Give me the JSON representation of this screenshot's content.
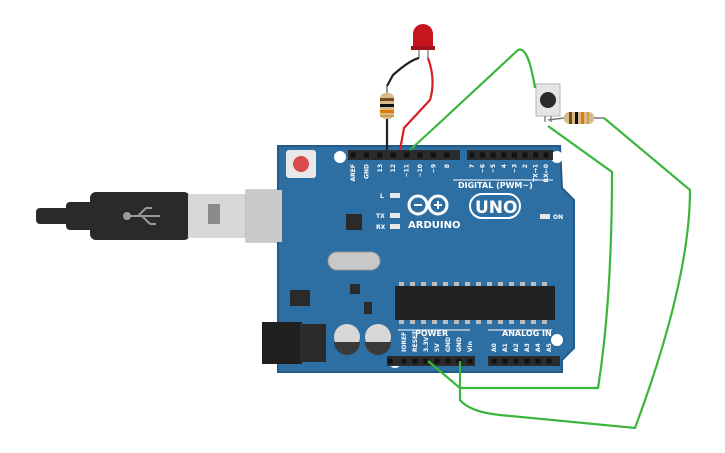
{
  "board": {
    "brand": "ARDUINO",
    "model": "UNO",
    "digital_header_label": "DIGITAL (PWM~)",
    "power_header_label": "POWER",
    "analog_header_label": "ANALOG IN",
    "led_labels": {
      "l": "L",
      "tx": "TX",
      "rx": "RX",
      "on": "ON"
    },
    "digital_pins": [
      "AREF",
      "GND",
      "13",
      "12",
      "~11",
      "~10",
      "~9",
      "8",
      "7",
      "~6",
      "~5",
      "4",
      "~3",
      "2",
      "TX→1",
      "RX←0"
    ],
    "power_pins": [
      "IOREF",
      "RESET",
      "3.3V",
      "5V",
      "GND",
      "GND",
      "Vin"
    ],
    "analog_pins": [
      "A0",
      "A1",
      "A2",
      "A3",
      "A4",
      "A5"
    ]
  },
  "colors": {
    "board": "#2d6ea3",
    "board_edge": "#235a88",
    "header": "#2b2b2b",
    "wire_green": "#3cb53c",
    "wire_red": "#d61f1f",
    "wire_black": "#222222",
    "led": "#c4161c",
    "usb_metal": "#c9c9c9",
    "usb_plug": "#2a2a2a"
  },
  "components": {
    "led": "red-led",
    "resistor_led": "resistor",
    "resistor_button": "resistor",
    "button": "pushbutton",
    "usb": "usb-cable"
  }
}
